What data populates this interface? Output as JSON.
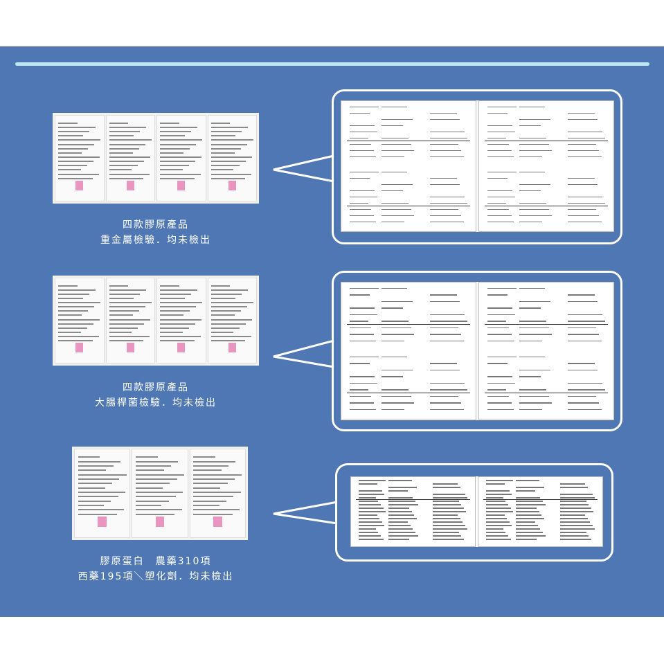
{
  "sections": [
    {
      "caption_line1": "四款膠原產品",
      "caption_line2": "重金屬檢驗．均未檢出",
      "thumb_pages": 4
    },
    {
      "caption_line1": "四款膠原產品",
      "caption_line2": "大腸桿菌檢驗．均未檢出",
      "thumb_pages": 4
    },
    {
      "caption_line1": "膠原蛋白　農藥310項",
      "caption_line2": "西藥195項＼塑化劑．均未檢出",
      "thumb_pages": 3
    }
  ],
  "colors": {
    "panel": "#4f77b4",
    "accent_line": "#bfe6f2",
    "stamp": "#e26aa6"
  }
}
